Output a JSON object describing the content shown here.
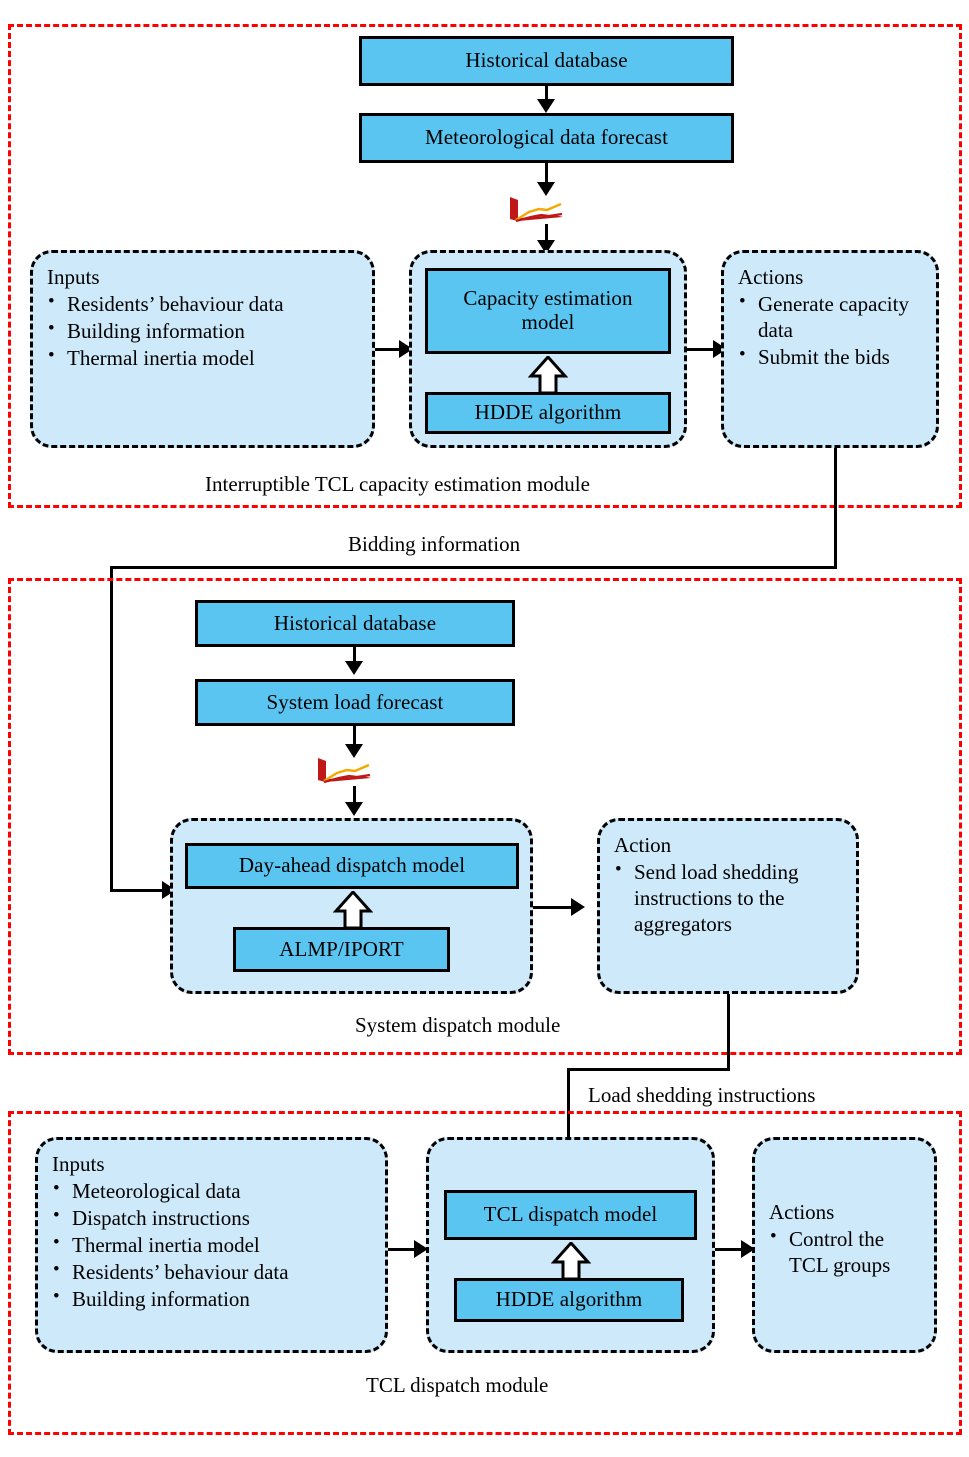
{
  "figure": {
    "type": "flowchart",
    "frame_color": "#FF0000",
    "box_color": "#5BC5F2",
    "panel_color": "#CDE9FA",
    "line_color": "#000000"
  },
  "modules": [
    {
      "id": "capacity-estimation",
      "caption": "Interruptible TCL capacity estimation module",
      "top_boxes": [
        {
          "label": "Historical database"
        },
        {
          "label": "Meteorological data forecast"
        }
      ],
      "icon": {
        "name": "forecast-chart-icon"
      },
      "inputs_panel": {
        "title": "Inputs",
        "items": [
          "Residents’ behaviour data",
          "Building information",
          "Thermal inertia model"
        ]
      },
      "model_panel": {
        "model_box": "Capacity estimation model",
        "algorithm_box": "HDDE algorithm"
      },
      "actions_panel": {
        "title": "Actions",
        "items": [
          "Generate capacity data",
          "Submit the bids"
        ]
      }
    },
    {
      "id": "system-dispatch",
      "caption": "System dispatch module",
      "top_boxes": [
        {
          "label": "Historical database"
        },
        {
          "label": "System load forecast"
        }
      ],
      "icon": {
        "name": "forecast-chart-icon"
      },
      "model_panel": {
        "model_box": "Day-ahead dispatch model",
        "algorithm_box": "ALMP/IPORT"
      },
      "actions_panel": {
        "title": "Action",
        "items": [
          "Send load shedding instructions to the aggregators"
        ]
      }
    },
    {
      "id": "tcl-dispatch",
      "caption": "TCL dispatch module",
      "inputs_panel": {
        "title": "Inputs",
        "items": [
          "Meteorological data",
          "Dispatch instructions",
          "Thermal inertia model",
          "Residents’ behaviour data",
          "Building information"
        ]
      },
      "model_panel": {
        "model_box": "TCL dispatch model",
        "algorithm_box": "HDDE algorithm"
      },
      "actions_panel": {
        "title": "Actions",
        "items": [
          "Control the TCL groups"
        ]
      }
    }
  ],
  "connector_labels": {
    "bidding": "Bidding information",
    "load_shedding": "Load shedding instructions"
  }
}
